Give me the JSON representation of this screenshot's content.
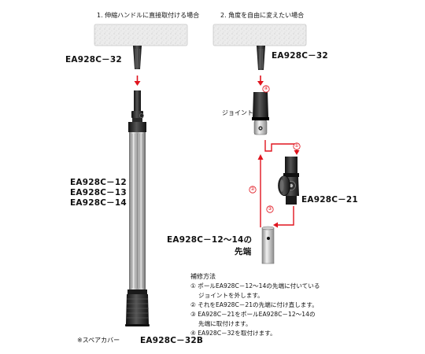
{
  "sections": {
    "left_title": "1. 伸縮ハンドルに直接取付ける場合",
    "right_title": "2. 角度を自由に変えたい場合"
  },
  "labels": {
    "left_head_model": "EA928C－32",
    "right_head_model": "EA928C－32",
    "pole_models": [
      "EA928C－12",
      "EA928C－13",
      "EA928C－14"
    ],
    "joint": "ジョイント",
    "joint_model": "EA928C－21",
    "pole_tip_model": "EA928C－12～14の",
    "pole_tip_suffix": "先端",
    "spare_cover": "※スペアカバー",
    "spare_cover_model": "EA928C－32B"
  },
  "steps": {
    "s1": "①",
    "s2": "②",
    "s3": "③",
    "s4": "④"
  },
  "instructions": {
    "title": "補修方法",
    "lines": [
      "① ポールEA928C－12～14の先端に付いている",
      "　 ジョイントを外します。",
      "② それをEA928C－21の先端に付け直します。",
      "③ EA928C－21をポールEA928C－12～14の",
      "　 先端に取付けます。",
      "④ EA928C－32を取付けます。"
    ]
  },
  "colors": {
    "arrow": "#e0141e",
    "dark": "#1c1c1c",
    "pad": "#e6e6e6"
  }
}
